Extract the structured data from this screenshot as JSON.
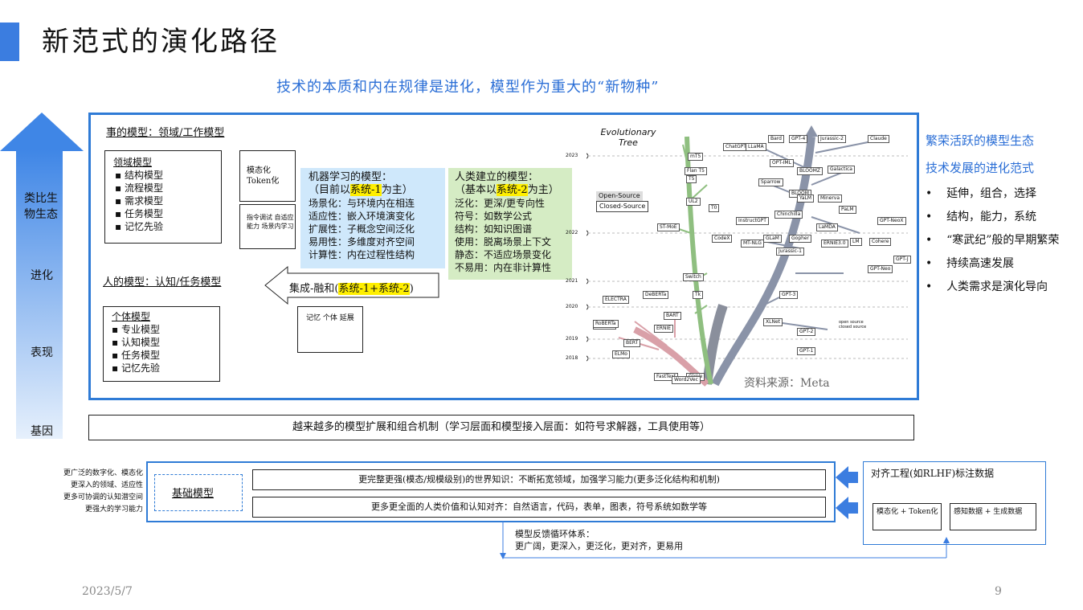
{
  "title": "新范式的演化路径",
  "subtitle": "技术的本质和内在规律是进化，模型作为重大的“新物种”",
  "side_labels": [
    "类比生物生态",
    "进化",
    "表现",
    "基因"
  ],
  "left": {
    "thing_model_title": "事的模型：领域/工作模型",
    "domain_title": "领域模型",
    "domain_items": [
      "结构模型",
      "流程模型",
      "需求模型",
      "任务模型",
      "记忆先验"
    ],
    "modal_box": "模态化 Token化",
    "instruct_box": "指令调试 自适应能力 场景内学习",
    "person_model_title": "人的模型：认知/任务模型",
    "individual_title": "个体模型",
    "individual_items": [
      "专业模型",
      "认知模型",
      "任务模型",
      "记忆先验"
    ],
    "memory_box": "记忆 个体 延展",
    "integrate_prefix": "集成-融和(",
    "integrate_hl": "系统-1+系统-2",
    "integrate_suffix": ")"
  },
  "ml": {
    "title": "机器学习的模型：",
    "sub_prefix": "（目前以",
    "sub_hl": "系统-1",
    "sub_suffix": "为主）",
    "rows": [
      "场景化：与环境内在相连",
      "适应性：嵌入环境演变化",
      "扩展性：子概念空间泛化",
      "易用性：多维度对齐空间",
      "计算性：内在过程性结构"
    ]
  },
  "human": {
    "title": "人类建立的模型：",
    "sub_prefix": "（基本以",
    "sub_hl": "系统-2",
    "sub_suffix": "为主）",
    "rows": [
      "泛化：更深/更专向性",
      "符号：如数学公式",
      "结构：如知识图谱",
      "使用：脱离场景上下文",
      "静态：不适应场景变化",
      "不易用：内在非计算性"
    ]
  },
  "tree": {
    "title": "Evolutionary Tree",
    "legend": [
      "Open-Source",
      "Closed-Source"
    ],
    "years": [
      "2023",
      "2022",
      "2021",
      "2020",
      "2019",
      "2018"
    ],
    "source": "资料来源：Meta",
    "nodes": [
      "ChatGPT",
      "GPT-4",
      "Bard",
      "LLaMA",
      "Jurassic-2",
      "Claude",
      "OPT-IML",
      "BLOOMZ",
      "Galactica",
      "Sparrow",
      "BLOOM",
      "YaLM",
      "Minerva",
      "PaLM",
      "Chinchilla",
      "InstructGPT",
      "LaMDA",
      "GLaM",
      "Gopher",
      "ERNIE3.0",
      "LM",
      "Cohere",
      "GPT-NeoX",
      "CodeX",
      "MT-NLG",
      "Jurassic-1",
      "GPT-Neo",
      "GPT-J",
      "GPT-3",
      "XLNet",
      "GPT-2",
      "GPT-1",
      "BERT",
      "ELMo",
      "ALBERT",
      "ELECTRA",
      "RoBERTa",
      "DeBERTa",
      "ERNIE",
      "BART",
      "T5",
      "mT5",
      "Switch",
      "ST-MoE",
      "UL2",
      "Flan T5",
      "T0",
      "Tk",
      "FastText",
      "GloVe",
      "Word2Vec"
    ],
    "stack_legend": [
      "open source",
      "closed source"
    ]
  },
  "right": {
    "titles": [
      "繁荣活跃的模型生态",
      "技术发展的进化范式"
    ],
    "bullets": [
      "延伸，组合，选择",
      "结构，能力，系统",
      "“寒武纪”般的早期繁荣",
      "持续高速发展",
      "人类需求是演化导向"
    ]
  },
  "bottom_bar": "越来越多的模型扩展和组合机制（学习层面和模型接入层面：如符号求解器，工具使用等）",
  "lower": {
    "left_lines": [
      "更广泛的数字化、模态化",
      "更深入的领域、适应性",
      "更多可协调的认知潜空间",
      "更强大的学习能力"
    ],
    "base_model": "基础模型",
    "row1": "更完整更强(模态/规模级别)的世界知识：不断拓宽领域，加强学习能力(更多泛化结构和机制)",
    "row2": "更多更全面的人类价值和认知对齐：自然语言，代码，表单，图表，符号系统如数学等",
    "align_title": "对齐工程(如RLHF)标注数据",
    "align_box1": "模态化 + Token化",
    "align_box2": "感知数据 + 生成数据",
    "feedback_title": "模型反馈循环体系：",
    "feedback_items": "更广阔，更深入，更泛化，更对齐，更易用"
  },
  "footer": {
    "date": "2023/5/7",
    "page": "9"
  }
}
